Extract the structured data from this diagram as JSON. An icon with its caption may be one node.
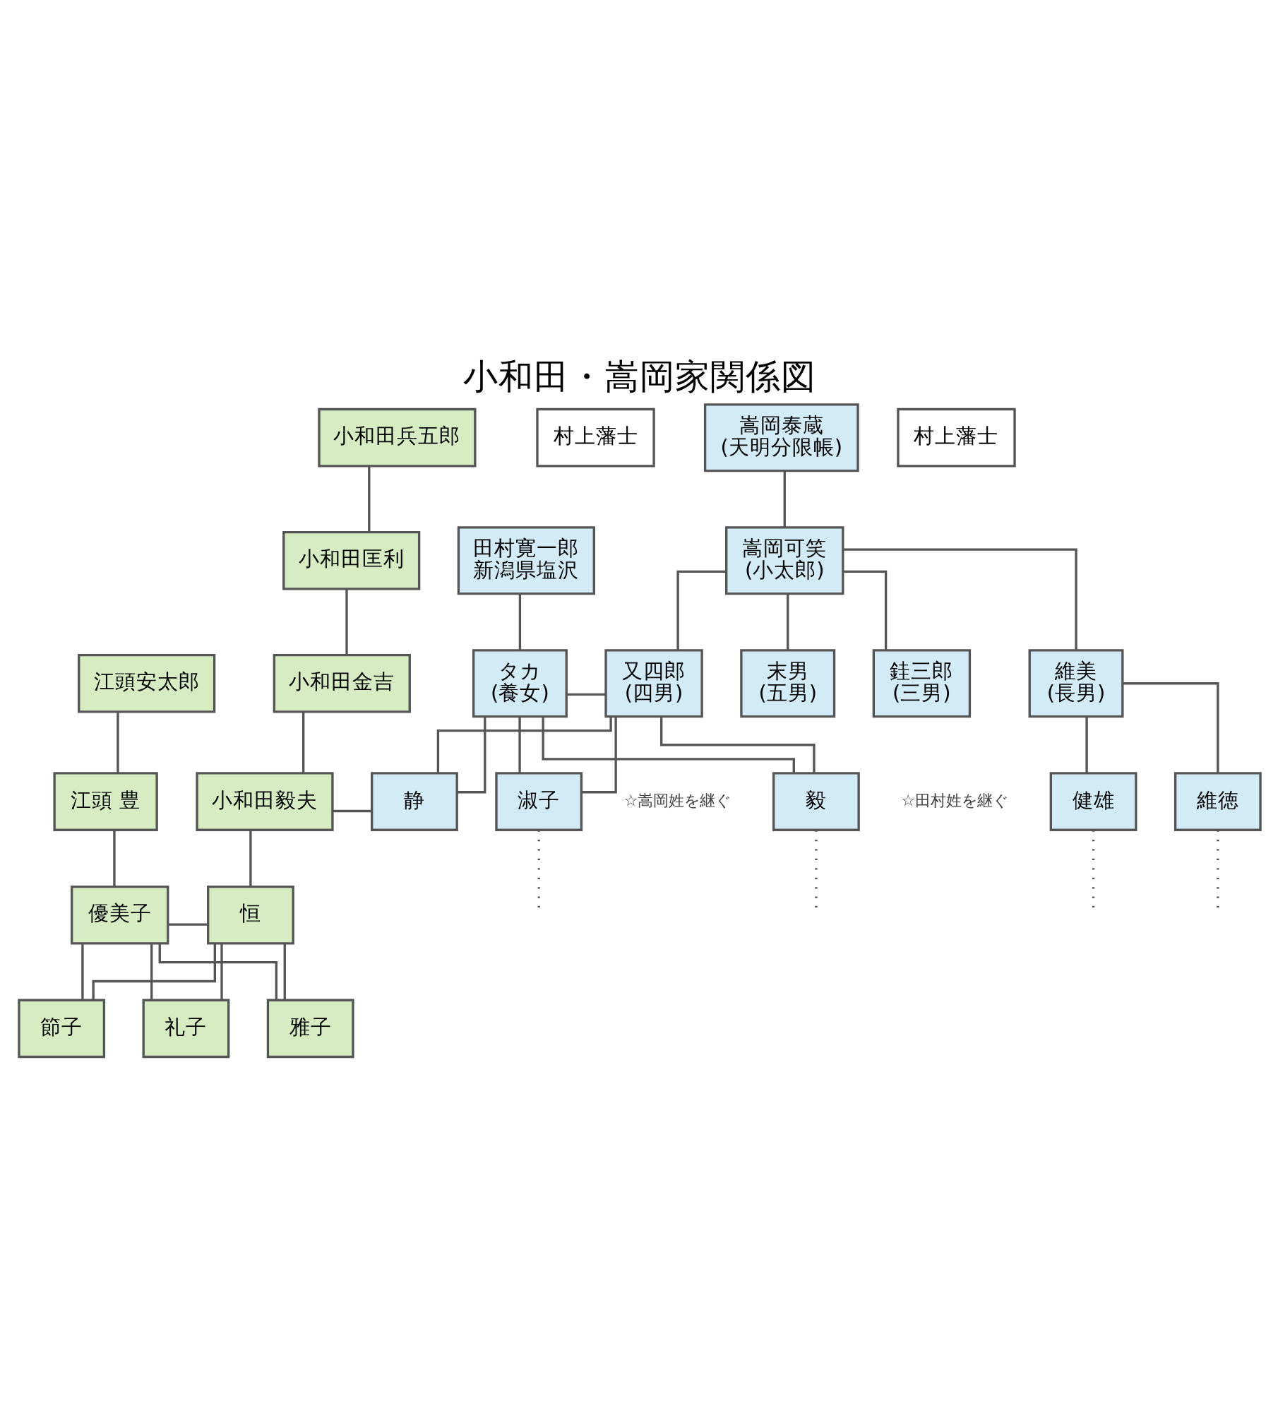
{
  "diagram": {
    "title": "小和田・嵩岡家関係図",
    "nodes": [
      {
        "text": [
          "小和田兵五郎"
        ]
      },
      {
        "text": [
          "村上藩士"
        ]
      },
      {
        "text": [
          "嵩岡泰蔵",
          "(天明分限帳)"
        ]
      },
      {
        "text": [
          "村上藩士"
        ]
      },
      {
        "text": [
          "小和田匡利"
        ]
      },
      {
        "text": [
          "田村寛一郎",
          "新潟県塩沢"
        ]
      },
      {
        "text": [
          "嵩岡可笑",
          "(小太郎)"
        ]
      },
      {
        "text": [
          "江頭安太郎"
        ]
      },
      {
        "text": [
          "小和田金吉"
        ]
      },
      {
        "text": [
          "タカ",
          "(養女)"
        ]
      },
      {
        "text": [
          "又四郎",
          "(四男)"
        ]
      },
      {
        "text": [
          "末男",
          "(五男)"
        ]
      },
      {
        "text": [
          "銈三郎",
          "(三男)"
        ]
      },
      {
        "text": [
          "維美",
          "(長男)"
        ]
      },
      {
        "text": [
          "江頭 豊"
        ]
      },
      {
        "text": [
          "小和田毅夫"
        ]
      },
      {
        "text": [
          "静"
        ]
      },
      {
        "text": [
          "淑子"
        ],
        "beside": [
          "☆嵩岡姓を継ぐ"
        ]
      },
      {
        "text": [
          "毅"
        ],
        "beside": [
          "☆田村姓を継ぐ"
        ]
      },
      {
        "text": [
          "健雄"
        ]
      },
      {
        "text": [
          "維徳"
        ]
      },
      {
        "text": [
          "優美子"
        ]
      },
      {
        "text": [
          "恒"
        ]
      },
      {
        "text": [
          "節子"
        ]
      },
      {
        "text": [
          "礼子"
        ]
      },
      {
        "text": [
          "雅子"
        ]
      }
    ],
    "edges": [
      {
        "from": 0,
        "to": 4,
        "arrow": "none"
      },
      {
        "from": 2,
        "to": 6,
        "arrow": "none"
      },
      {
        "from": 4,
        "to": 8,
        "arrow": "none"
      },
      {
        "from": 5,
        "to": 9,
        "arrow": "none"
      },
      {
        "from": 6,
        "to": 10,
        "arrow": "none"
      },
      {
        "from": 6,
        "to": 11,
        "arrow": "none"
      },
      {
        "from": 6,
        "to": 12,
        "arrow": "none"
      },
      {
        "from": 6,
        "to": 13,
        "arrow": "none"
      },
      {
        "from": 7,
        "to": 14,
        "arrow": "none"
      },
      {
        "from": 8,
        "to": 15,
        "arrow": "none"
      },
      {
        "from": 9,
        "to": 10,
        "arrow": "none"
      },
      {
        "from": 9,
        "to": 16,
        "arrow": "none"
      },
      {
        "from": 9,
        "to": 17,
        "arrow": "none"
      },
      {
        "from": 9,
        "to": 18,
        "arrow": "none"
      },
      {
        "from": 10,
        "to": 16,
        "arrow": "none"
      },
      {
        "from": 10,
        "to": 17,
        "arrow": "none"
      },
      {
        "from": 10,
        "to": 18,
        "arrow": "none"
      },
      {
        "from": 15,
        "to": 16,
        "arrow": "none"
      },
      {
        "from": 13,
        "to": 19,
        "arrow": "none"
      },
      {
        "from": 13,
        "to": 20,
        "arrow": "none"
      },
      {
        "from": 14,
        "to": 21,
        "arrow": "none"
      },
      {
        "from": 15,
        "to": 22,
        "arrow": "none"
      },
      {
        "from": 17,
        "to": null,
        "arrow": "none",
        "style": "dashed"
      },
      {
        "from": 18,
        "to": null,
        "arrow": "none",
        "style": "dashed"
      },
      {
        "from": 19,
        "to": null,
        "arrow": "none",
        "style": "dashed"
      },
      {
        "from": 20,
        "to": null,
        "arrow": "none",
        "style": "dashed"
      },
      {
        "from": 21,
        "to": 22,
        "arrow": "none"
      },
      {
        "from": 21,
        "to": 23,
        "arrow": "none"
      },
      {
        "from": 21,
        "to": 24,
        "arrow": "none"
      },
      {
        "from": 21,
        "to": 25,
        "arrow": "none"
      },
      {
        "from": 22,
        "to": 23,
        "arrow": "none"
      },
      {
        "from": 22,
        "to": 24,
        "arrow": "none"
      },
      {
        "from": 22,
        "to": 25,
        "arrow": "none"
      }
    ]
  }
}
